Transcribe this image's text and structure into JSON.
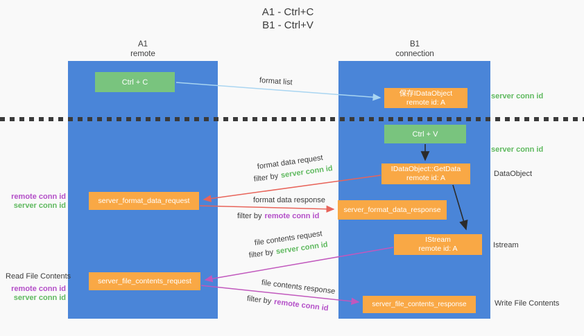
{
  "title": {
    "line1": "A1 - Ctrl+C",
    "line2": "B1 - Ctrl+V"
  },
  "columns": {
    "a1": {
      "id": "A1",
      "role": "remote"
    },
    "b1": {
      "id": "B1",
      "role": "connection"
    }
  },
  "nodes": {
    "ctrl_c": "Ctrl + C",
    "ctrl_v": "Ctrl + V",
    "save_dataobject": {
      "line1": "保存IDataObject",
      "line2": "remote id: A"
    },
    "getdata": {
      "line1": "IDataObject::GetData",
      "line2": "remote id: A"
    },
    "istream": {
      "line1": "IStream",
      "line2": "remote id: A"
    },
    "format_request": "server_format_data_request",
    "format_response": "server_format_data_response",
    "file_request": "server_file_contents_request",
    "file_response": "server_file_contents_response"
  },
  "labels": {
    "format_list": "format list",
    "format_data_request": "format data request",
    "format_data_response": "format data response",
    "file_contents_request": "file contents request",
    "file_contents_response": "file contents response",
    "filter_by": "filter by",
    "server_conn_id": "server conn id",
    "remote_conn_id": "remote conn id",
    "dataobject": "DataObject",
    "istream": "Istream",
    "read_file_contents": "Read File Contents",
    "write_file_contents": "Write File Contents"
  },
  "colors": {
    "lifeline_blue": "#4a85d8",
    "node_green": "#79c47e",
    "node_orange": "#f9a845",
    "arrow_light_blue": "#a9d5f1",
    "arrow_red": "#e8645a",
    "arrow_magenta": "#c158bd",
    "arrow_black": "#2b2b2b",
    "label_green": "#5fb95f",
    "label_purple": "#b44fc8",
    "text_dark": "#3b3b3b",
    "background": "#f9f9f9"
  }
}
